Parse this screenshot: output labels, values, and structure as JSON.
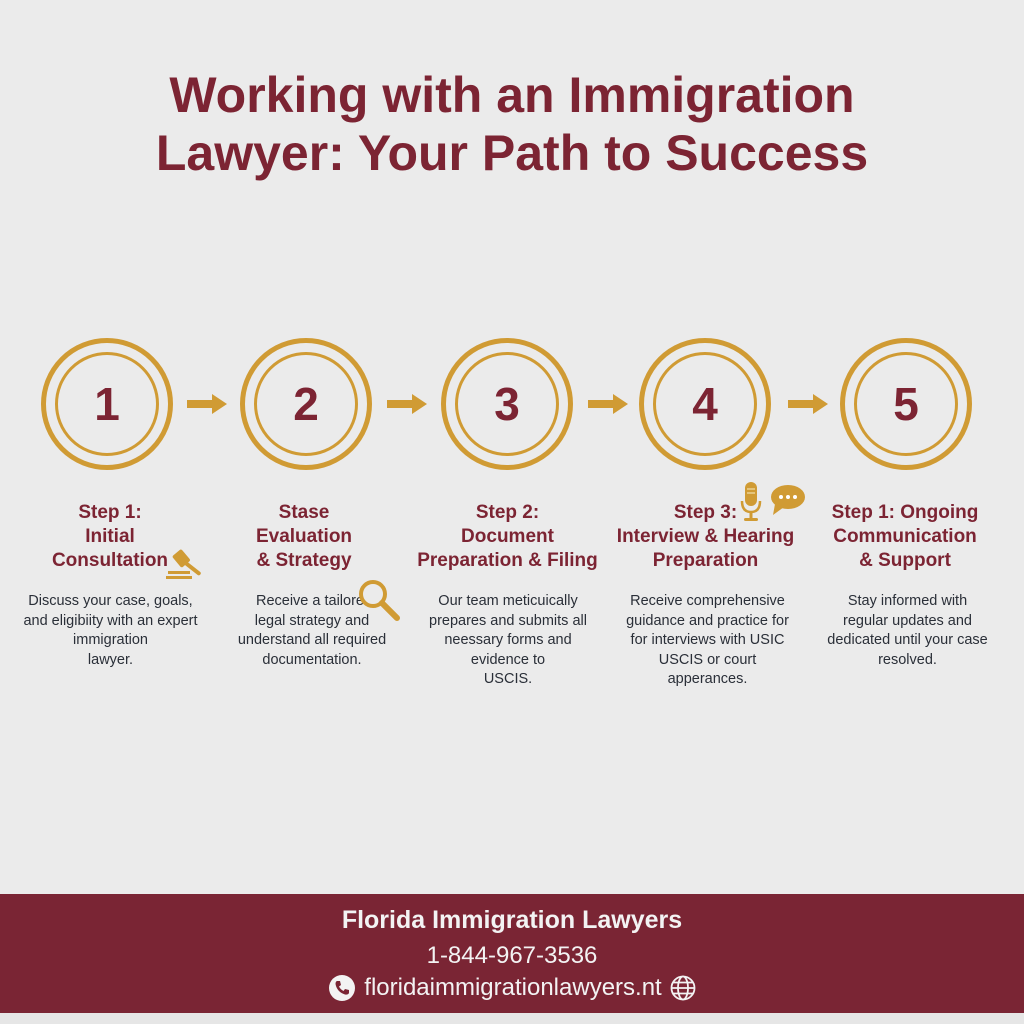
{
  "header": {
    "title_line1": "Working with an Immigration",
    "title_line2": "Lawyer: Your Path to Success"
  },
  "colors": {
    "brand": "#7c2433",
    "gold": "#d09b34",
    "background": "#ebebeb",
    "footer_bg": "#7a2534"
  },
  "steps": [
    {
      "number": "1",
      "title_lines": [
        "Step 1:",
        "Initial",
        "Consultation"
      ],
      "icon": "gavel-icon",
      "desc_lines": [
        "Discuss your case, goals,",
        "and eligibiity with an expert",
        "immigration",
        "lawyer."
      ]
    },
    {
      "number": "2",
      "title_lines": [
        "Stase",
        "Evaluation",
        "& Strategy"
      ],
      "icon": "magnifying-glass-icon",
      "desc_lines": [
        "Receive a tailore.",
        "legal strategy and",
        "understand all required",
        "documentation."
      ]
    },
    {
      "number": "3",
      "title_lines": [
        "Step 2:",
        "Document",
        "Preparation & Filing"
      ],
      "icon": "",
      "desc_lines": [
        "Our team meticuically",
        "prepares and submits all",
        "neessary forms and",
        "evidence to",
        "USCIS."
      ]
    },
    {
      "number": "4",
      "title_lines": [
        "Step 3:",
        "Interview & Hearing",
        "Preparation"
      ],
      "icon": "microphone-icon",
      "icon2": "chat-bubble-icon",
      "desc_lines": [
        "Receive comprehensive",
        "guidance and practice for",
        "for interviews with USIC",
        "USCIS or court",
        "apperances."
      ]
    },
    {
      "number": "5",
      "title_lines": [
        "Step 1: Ongoing",
        "Communication",
        "& Support"
      ],
      "icon": "",
      "desc_lines": [
        "Stay informed with",
        "regular updates and",
        "dedicated until your case",
        "resolved."
      ]
    }
  ],
  "footer": {
    "firm_name": "Florida Immigration Lawyers",
    "phone": "1-844-967-3536",
    "website": "floridaimmigrationlawyers.nt",
    "phone_icon": "phone-icon",
    "web_icon": "globe-icon"
  }
}
